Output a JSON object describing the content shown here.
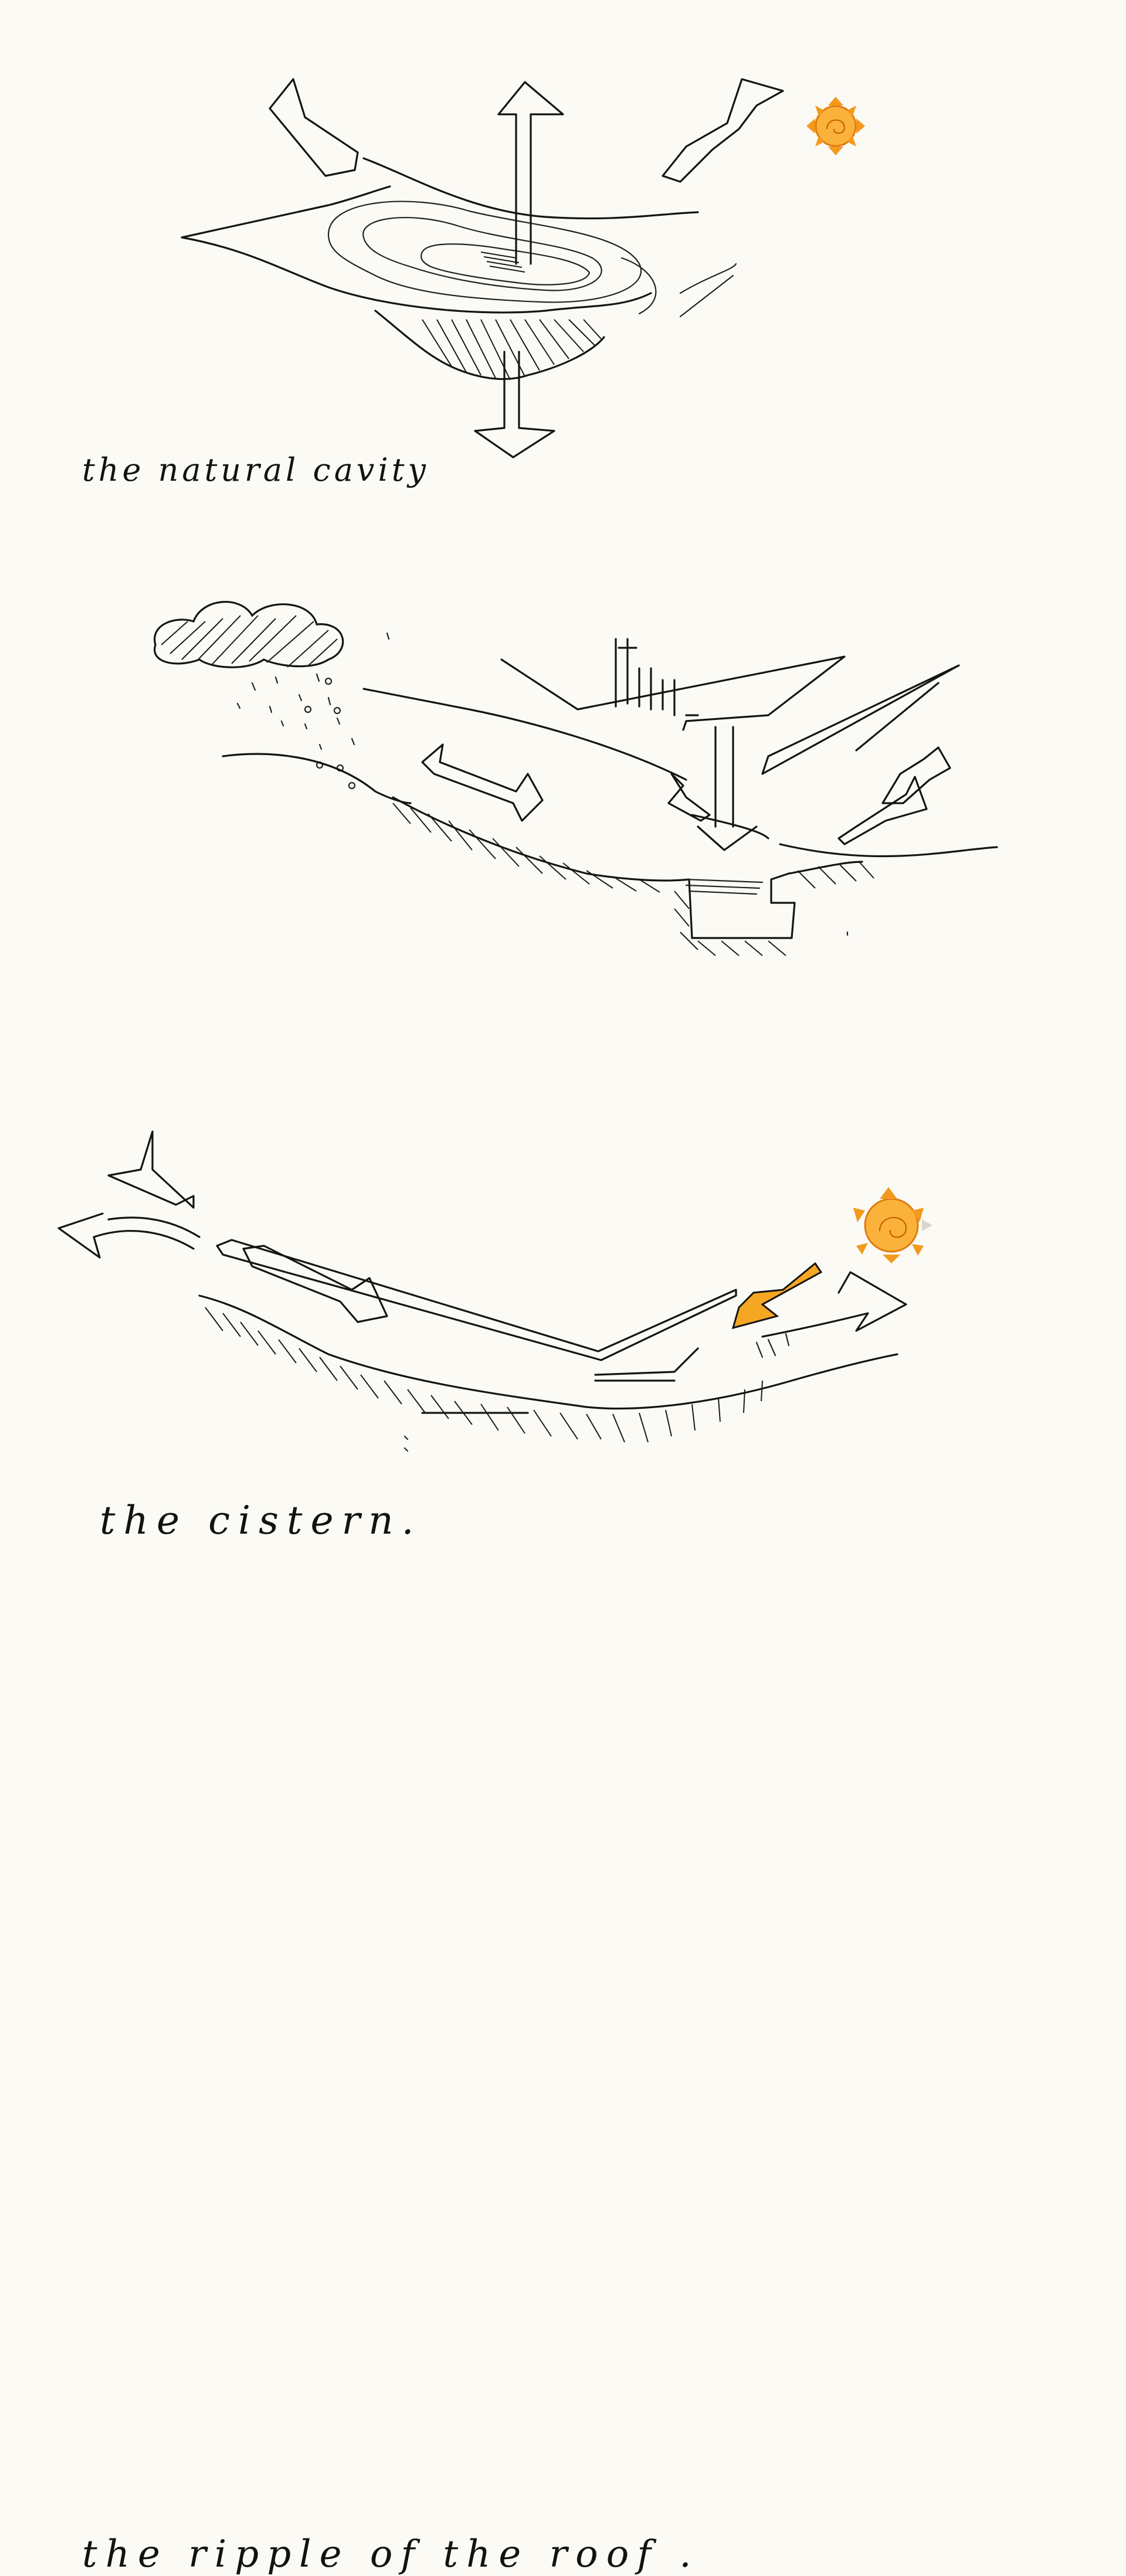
{
  "captions": {
    "natural_cavity": "the natural cavity",
    "cistern": "the cistern.",
    "ripple": "the ripple of the roof ."
  },
  "colors": {
    "ink": "#141414",
    "paper": "#fbfaf5",
    "sun_orange": "#f39a1e",
    "sun_core": "#fbb23a"
  },
  "icons": [
    "sun-icon",
    "cloud-icon",
    "arrow-icon"
  ]
}
